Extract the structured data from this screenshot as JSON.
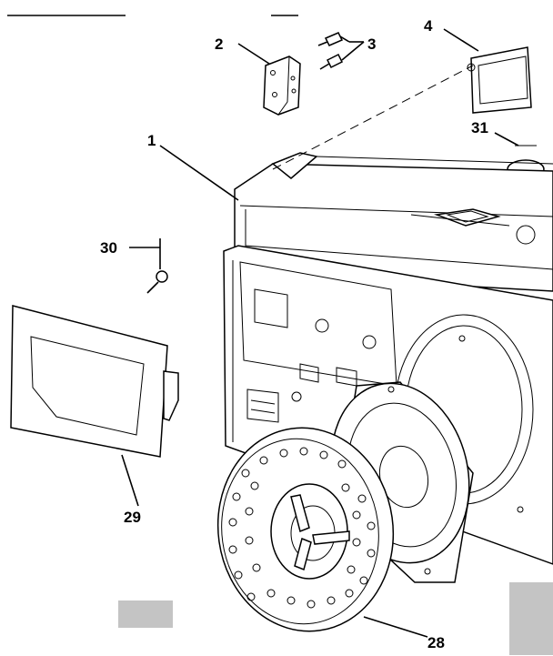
{
  "diagram": {
    "callouts": [
      {
        "id": "c1",
        "label": "1"
      },
      {
        "id": "c2",
        "label": "2"
      },
      {
        "id": "c3",
        "label": "3"
      },
      {
        "id": "c4",
        "label": "4"
      },
      {
        "id": "c28",
        "label": "28"
      },
      {
        "id": "c29",
        "label": "29"
      },
      {
        "id": "c30",
        "label": "30"
      },
      {
        "id": "c31",
        "label": "31"
      }
    ]
  }
}
